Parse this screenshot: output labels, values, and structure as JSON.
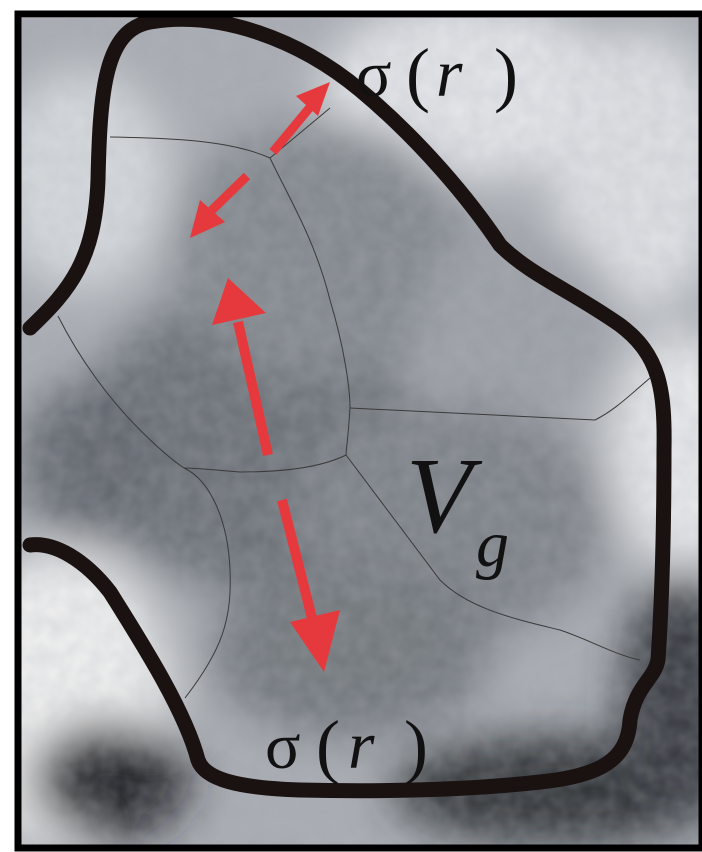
{
  "labels": {
    "top_sigma": "σ",
    "top_paren_open": "(",
    "top_r": "r",
    "top_paren_close": ")",
    "bottom_sigma": "σ",
    "bottom_paren_open": "(",
    "bottom_r": "r",
    "bottom_paren_close": ")",
    "volume_V": "V",
    "volume_subscript": "g"
  },
  "colors": {
    "boundary": "#1a1210",
    "arrow": "#e5393d",
    "grain_lines": "#3a3a3a",
    "frame": "#000000"
  },
  "arrows": [
    {
      "name": "upper-arrow",
      "direction": "bidirectional"
    },
    {
      "name": "lower-arrow",
      "direction": "bidirectional"
    }
  ]
}
